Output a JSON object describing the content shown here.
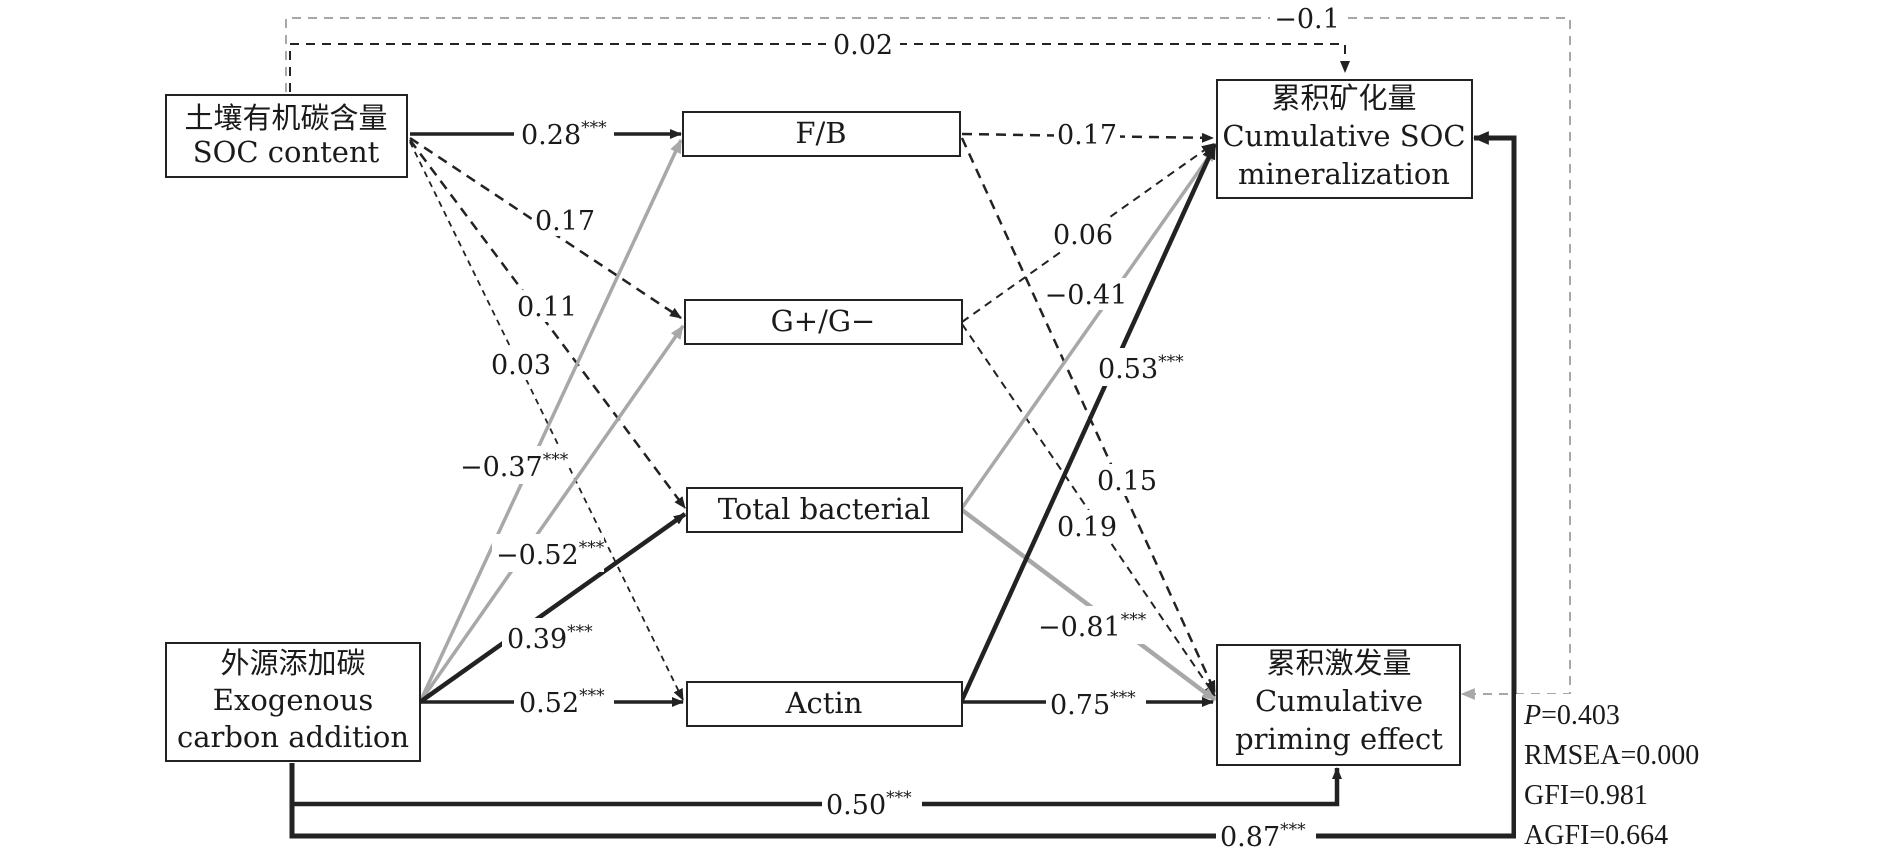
{
  "colors": {
    "significant": "#222222",
    "negative": "#a8a8a8",
    "nonsignificant": "#222222",
    "nonsignificant_negative": "#a8a8a8",
    "node_border": "#222222",
    "background": "#ffffff"
  },
  "nodes": {
    "soc": {
      "line1": "土壤有机碳含量",
      "line2": "SOC content"
    },
    "exo": {
      "line1": "外源添加碳",
      "line2": "Exogenous",
      "line3": "carbon addition"
    },
    "fb": {
      "label": "F/B"
    },
    "gg": {
      "label": "G+/G−"
    },
    "tb": {
      "label": "Total bacterial"
    },
    "actin": {
      "label": "Actin"
    },
    "cum_min": {
      "line1": "累积矿化量",
      "line2": "Cumulative SOC",
      "line3": "mineralization"
    },
    "cum_pe": {
      "line1": "累积激发量",
      "line2": "Cumulative",
      "line3": "priming effect"
    }
  },
  "paths": [
    {
      "from": "soc",
      "to": "cum_min",
      "coef": "0.02",
      "stars": "",
      "style": "dashed"
    },
    {
      "from": "soc",
      "to": "cum_pe",
      "coef": "−0.1",
      "stars": "",
      "style": "dashed-gray"
    },
    {
      "from": "soc",
      "to": "fb",
      "coef": "0.28",
      "stars": "***",
      "style": "solid"
    },
    {
      "from": "soc",
      "to": "gg",
      "coef": "0.17",
      "stars": "",
      "style": "dashed"
    },
    {
      "from": "soc",
      "to": "tb",
      "coef": "0.11",
      "stars": "",
      "style": "dashed"
    },
    {
      "from": "soc",
      "to": "actin",
      "coef": "0.03",
      "stars": "",
      "style": "dashed-thin"
    },
    {
      "from": "exo",
      "to": "fb",
      "coef": "−0.37",
      "stars": "***",
      "style": "gray"
    },
    {
      "from": "exo",
      "to": "gg",
      "coef": "−0.52",
      "stars": "***",
      "style": "gray"
    },
    {
      "from": "exo",
      "to": "tb",
      "coef": "0.39",
      "stars": "***",
      "style": "solid"
    },
    {
      "from": "exo",
      "to": "actin",
      "coef": "0.52",
      "stars": "***",
      "style": "solid"
    },
    {
      "from": "fb",
      "to": "cum_min",
      "coef": "0.17",
      "stars": "",
      "style": "dashed"
    },
    {
      "from": "fb",
      "to": "cum_pe",
      "coef": "0.15",
      "stars": "",
      "style": "dashed"
    },
    {
      "from": "gg",
      "to": "cum_min",
      "coef": "0.06",
      "stars": "",
      "style": "dashed"
    },
    {
      "from": "gg",
      "to": "cum_pe",
      "coef": "0.19",
      "stars": "",
      "style": "dashed"
    },
    {
      "from": "tb",
      "to": "cum_min",
      "coef": "−0.41",
      "stars": "",
      "style": "gray"
    },
    {
      "from": "tb",
      "to": "cum_pe",
      "coef": "−0.81",
      "stars": "***",
      "style": "gray"
    },
    {
      "from": "actin",
      "to": "cum_min",
      "coef": "0.53",
      "stars": "***",
      "style": "solid"
    },
    {
      "from": "actin",
      "to": "cum_pe",
      "coef": "0.75",
      "stars": "***",
      "style": "solid"
    },
    {
      "from": "exo",
      "to": "cum_pe",
      "coef": "0.50",
      "stars": "***",
      "style": "solid"
    },
    {
      "from": "exo",
      "to": "cum_min",
      "coef": "0.87",
      "stars": "***",
      "style": "solid"
    }
  ],
  "fit": {
    "p_label": "P",
    "p_value": "=0.403",
    "rmsea": "RMSEA=0.000",
    "gfi": "GFI=0.981",
    "agfi": "AGFI=0.664"
  }
}
